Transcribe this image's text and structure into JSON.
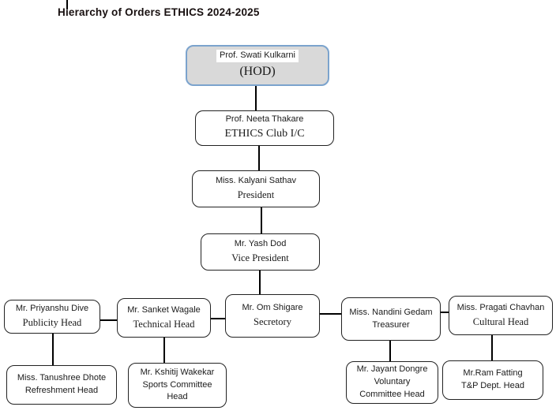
{
  "title": "Hierarchy of Orders ETHICS 2024-2025",
  "colors": {
    "hod_fill": "#d9d9d9",
    "hod_border": "#7ba3cd",
    "line_color": "#000000"
  },
  "nodes": {
    "hod": {
      "name": "Prof. Swati Kulkarni",
      "role": "(HOD)"
    },
    "club_ic": {
      "name": "Prof. Neeta Thakare",
      "role": "ETHICS Club I/C"
    },
    "president": {
      "name": "Miss. Kalyani Sathav",
      "role": "President"
    },
    "vice_president": {
      "name": "Mr. Yash Dod",
      "role": "Vice President"
    },
    "secretary": {
      "name": "Mr. Om Shigare",
      "role": "Secretory"
    },
    "publicity": {
      "name": "Mr. Priyanshu Dive",
      "role": "Publicity Head"
    },
    "technical": {
      "name": "Mr. Sanket Wagale",
      "role": "Technical Head"
    },
    "treasurer": {
      "name": "Miss. Nandini Gedam",
      "role": "Treasurer"
    },
    "cultural": {
      "name": "Miss. Pragati Chavhan",
      "role": "Cultural Head"
    },
    "refreshment": {
      "name": "Miss. Tanushree Dhote",
      "role": "Refreshment Head"
    },
    "sports": {
      "name": "Mr. Kshitij Wakekar",
      "role": "Sports Committee Head"
    },
    "voluntary": {
      "name": "Mr. Jayant Dongre",
      "role": "Voluntary Committee Head"
    },
    "tnp": {
      "name": "Mr.Ram Fatting",
      "role": "T&P Dept. Head"
    }
  }
}
